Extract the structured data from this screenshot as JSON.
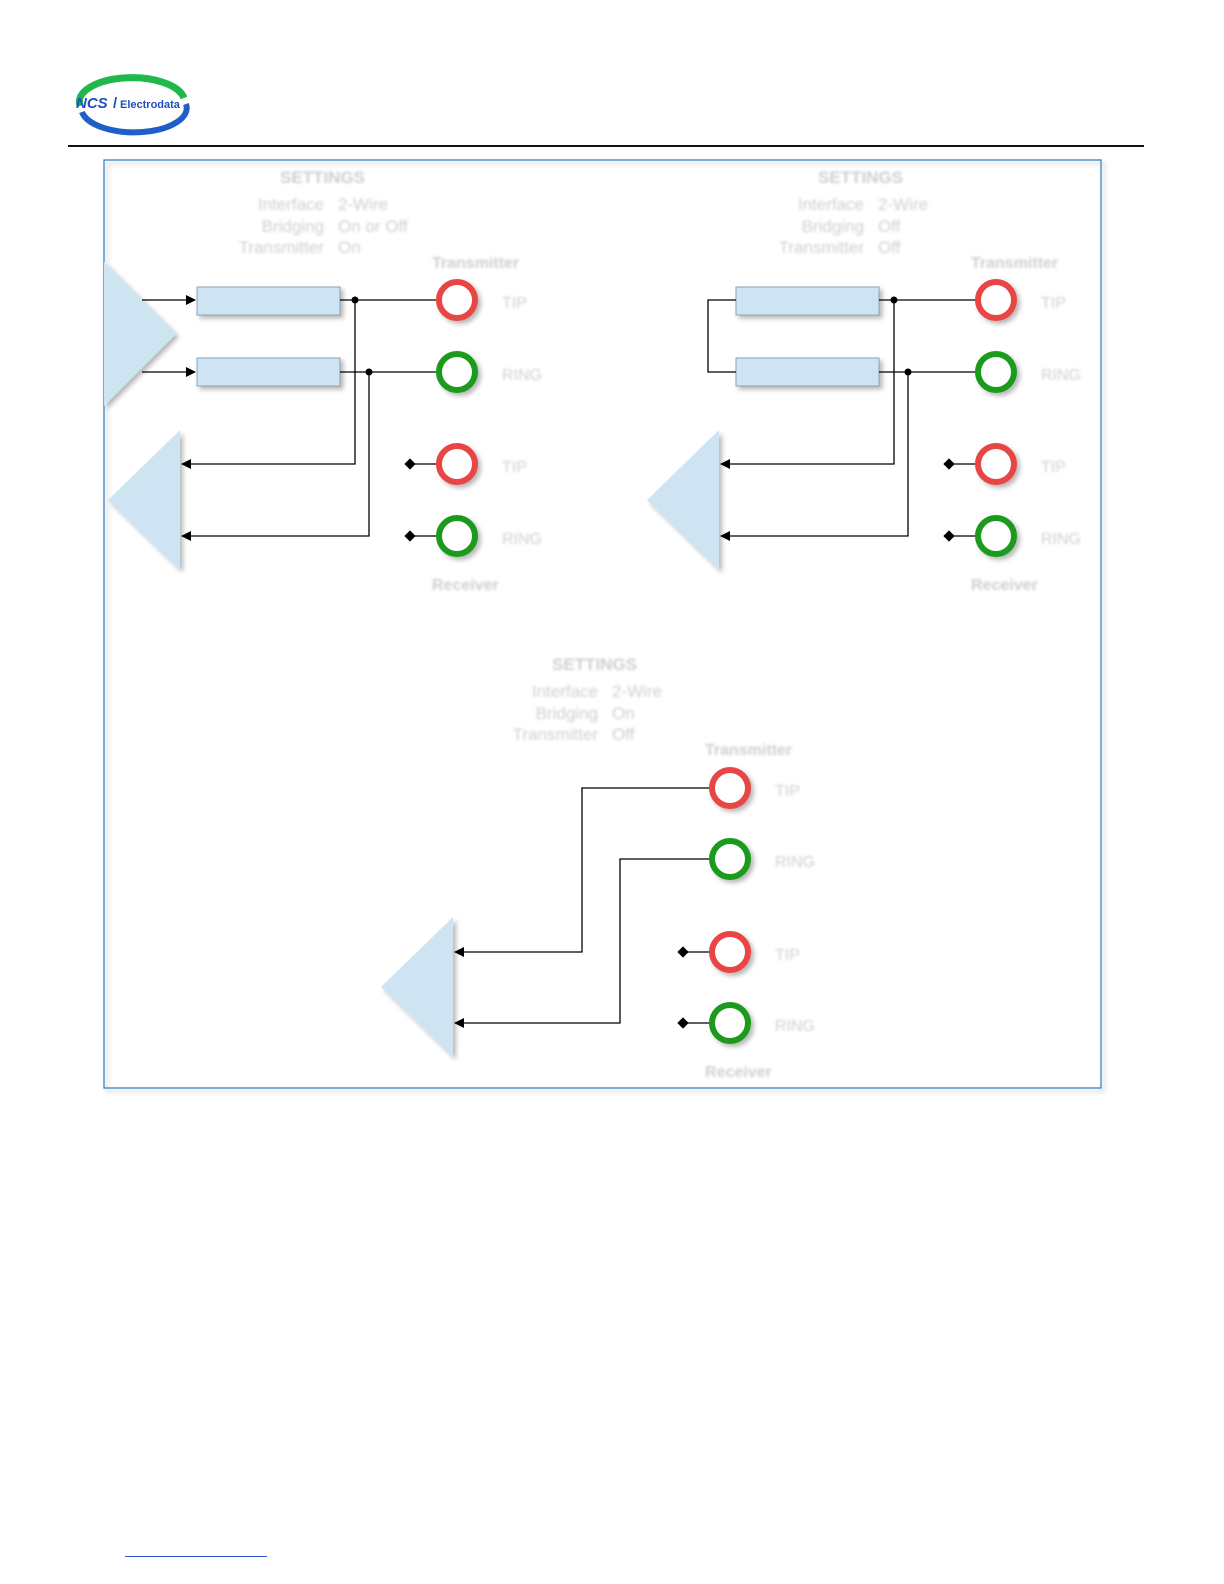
{
  "logo": {
    "brand_left": "NCS",
    "brand_right": "Electrodata"
  },
  "colors": {
    "tip": "#e84444",
    "ring": "#1a9a1a",
    "accent": "#2b79c2",
    "box_fill": "#cfe4f3"
  },
  "panels": [
    {
      "settings_title": "SETTINGS",
      "settings": [
        {
          "key": "Interface",
          "value": "2-Wire"
        },
        {
          "key": "Bridging",
          "value": "On or Off"
        },
        {
          "key": "Transmitter",
          "value": "On"
        }
      ],
      "transmitter_label": "Transmitter",
      "receiver_label": "Receiver",
      "tx_tip": "TIP",
      "tx_ring": "RING",
      "rx_tip": "TIP",
      "rx_ring": "RING"
    },
    {
      "settings_title": "SETTINGS",
      "settings": [
        {
          "key": "Interface",
          "value": "2-Wire"
        },
        {
          "key": "Bridging",
          "value": "Off"
        },
        {
          "key": "Transmitter",
          "value": "Off"
        }
      ],
      "transmitter_label": "Transmitter",
      "receiver_label": "Receiver",
      "tx_tip": "TIP",
      "tx_ring": "RING",
      "rx_tip": "TIP",
      "rx_ring": "RING"
    },
    {
      "settings_title": "SETTINGS",
      "settings": [
        {
          "key": "Interface",
          "value": "2-Wire"
        },
        {
          "key": "Bridging",
          "value": "On"
        },
        {
          "key": "Transmitter",
          "value": "Off"
        }
      ],
      "transmitter_label": "Transmitter",
      "receiver_label": "Receiver",
      "tx_tip": "TIP",
      "tx_ring": "RING",
      "rx_tip": "TIP",
      "rx_ring": "RING"
    }
  ]
}
